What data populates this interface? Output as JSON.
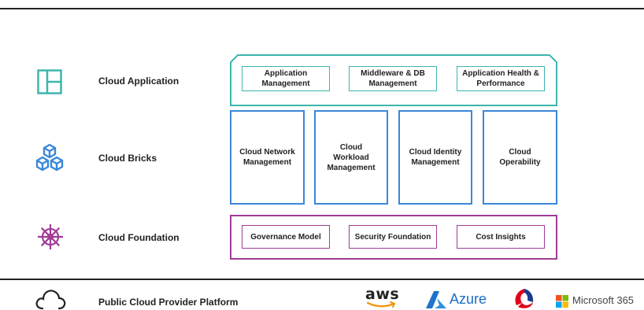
{
  "rows": {
    "application": {
      "label": "Cloud Application",
      "items": [
        "Application Management",
        "Middleware & DB Management",
        "Application Health & Performance"
      ]
    },
    "bricks": {
      "label": "Cloud Bricks",
      "items": [
        "Cloud Network Management",
        "Cloud Workload Management",
        "Cloud Identity Management",
        "Cloud Operability"
      ]
    },
    "foundation": {
      "label": "Cloud Foundation",
      "items": [
        "Governance Model",
        "Security Foundation",
        "Cost Insights"
      ]
    },
    "provider": {
      "label": "Public Cloud Provider Platform"
    }
  },
  "providers": {
    "aws": "aws",
    "azure": "Azure",
    "microsoft365": "Microsoft 365"
  },
  "icons": {
    "application": "layout-panels-icon",
    "bricks": "cubes-icon",
    "foundation": "helm-wheel-icon",
    "provider": "cloud-icon"
  },
  "colors": {
    "teal": "#3db5ad",
    "blue": "#3a87d8",
    "purple": "#a13c97",
    "dark": "#222222"
  }
}
